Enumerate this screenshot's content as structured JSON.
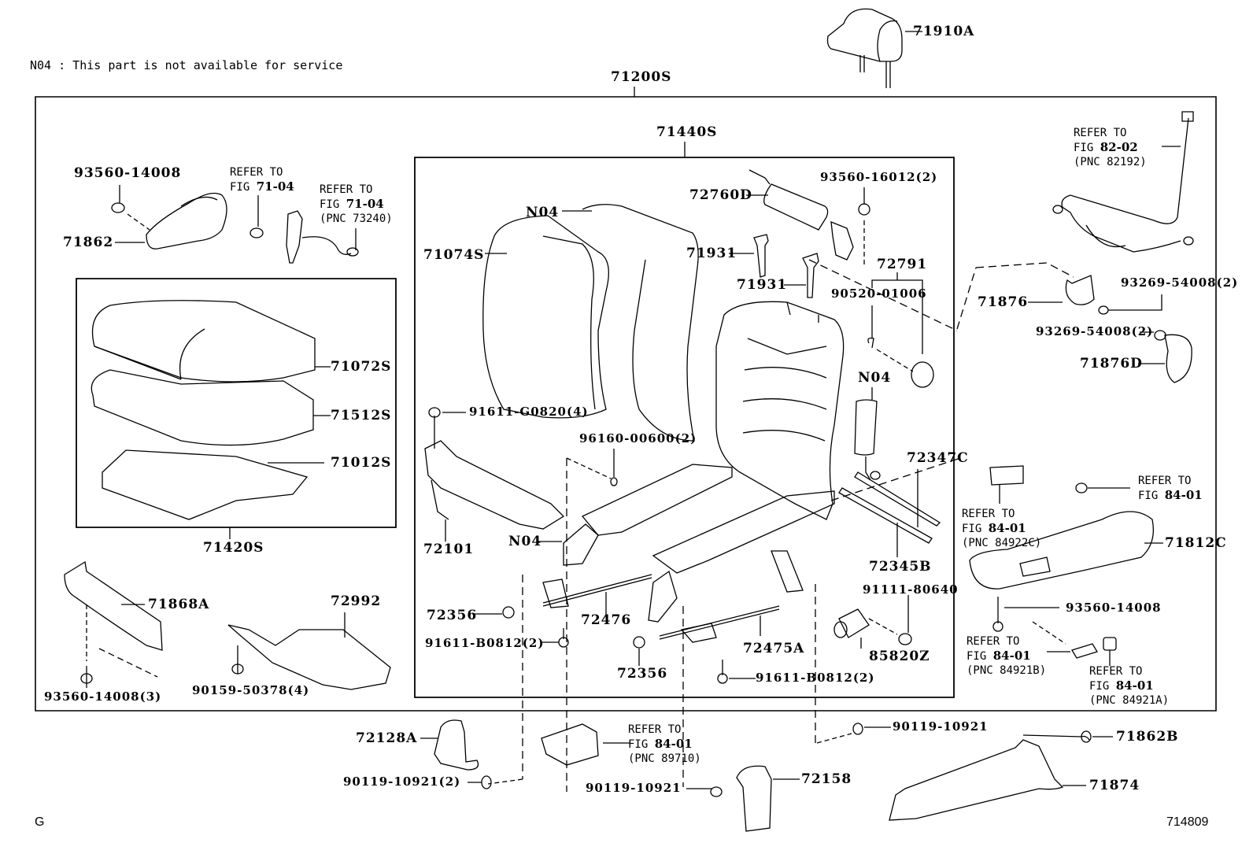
{
  "note": {
    "code": "N04",
    "text": ": This part is not available for service"
  },
  "corner_left": "G",
  "figure_number": "714809",
  "groups": {
    "outer_assembly": "71200S",
    "seatback_assembly": "71440S",
    "cushion_assembly": "71420S"
  },
  "labels": {
    "headrest": "71910A",
    "bolt_93560_14008_top": "93560-14008",
    "cover_71862": "71862",
    "cushion_cover": "71072S",
    "cushion_pad": "71512S",
    "cushion_frame": "71012S",
    "shield_71868A": "71868A",
    "bolt_93560_14008_3": "93560-14008(3)",
    "panel_72992": "72992",
    "clip_90159": "90159-50378(4)",
    "n04_back": "N04",
    "back_cover": "71074S",
    "airbag_72760D": "72760D",
    "screw_93560_16012": "93560-16012(2)",
    "guide_71931_a": "71931",
    "guide_71931_b": "71931",
    "knob_72791": "72791",
    "ring_90520": "90520-01006",
    "n04_lumbar": "N04",
    "bolt_91611_G0820": "91611-G0820(4)",
    "clip_96160": "96160-00600(2)",
    "adjuster_72101": "72101",
    "n04_bracket": "N04",
    "rod_72347C": "72347C",
    "rod_72345B": "72345B",
    "screw_91111": "91111-80640",
    "motor_85820Z": "85820Z",
    "bushing_72356_a": "72356",
    "shaft_72476": "72476",
    "bolt_91611_B0812_a": "91611-B0812(2)",
    "bushing_72356_b": "72356",
    "shaft_72475A": "72475A",
    "bolt_91611_B0812_b": "91611-B0812(2)",
    "cover_71876": "71876",
    "screw_93269_a": "93269-54008(2)",
    "screw_93269_b": "93269-54008(2)",
    "cover_71876D": "71876D",
    "shield_71812C": "71812C",
    "bolt_93560_14008_side": "93560-14008",
    "cover_72128A": "72128A",
    "bolt_90119_2": "90119-10921(2)",
    "bolt_90119_mid": "90119-10921",
    "cover_72158": "72158",
    "bolt_90119_right": "90119-10921",
    "pin_71862B": "71862B",
    "shield_71874": "71874"
  },
  "references": {
    "seatbelt_fig": {
      "line1": "REFER TO",
      "prefix": "FIG",
      "fig": "71-04",
      "pnc": ""
    },
    "buckle_fig": {
      "line1": "REFER TO",
      "prefix": "FIG",
      "fig": "71-04",
      "pnc": "(PNC 73240)"
    },
    "harness_fig": {
      "line1": "REFER TO",
      "prefix": "FIG",
      "fig": "82-02",
      "pnc": "(PNC 82192)"
    },
    "switch_screw_fig": {
      "line1": "REFER TO",
      "prefix": "FIG",
      "fig": "84-01",
      "pnc": ""
    },
    "switch_84922C": {
      "line1": "REFER TO",
      "prefix": "FIG",
      "fig": "84-01",
      "pnc": "(PNC 84922C)"
    },
    "knob_84921B": {
      "line1": "REFER TO",
      "prefix": "FIG",
      "fig": "84-01",
      "pnc": "(PNC 84921B)"
    },
    "knob_84921A": {
      "line1": "REFER TO",
      "prefix": "FIG",
      "fig": "84-01",
      "pnc": "(PNC 84921A)"
    },
    "ecu_89710": {
      "line1": "REFER TO",
      "prefix": "FIG",
      "fig": "84-01",
      "pnc": "(PNC 89710)"
    }
  }
}
